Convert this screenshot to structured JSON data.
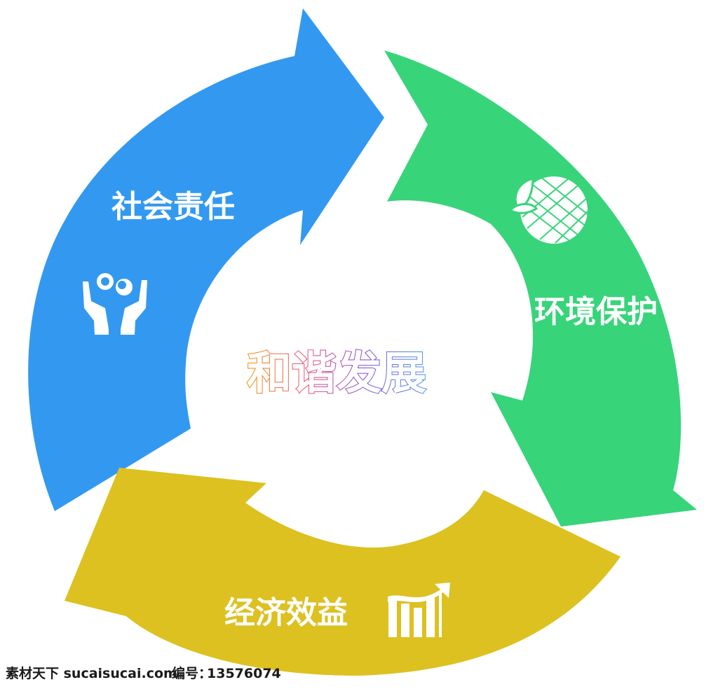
{
  "center": {
    "title": "和谐发展"
  },
  "segments": [
    {
      "id": "social",
      "label": "社会责任",
      "color": "#3399f0",
      "icon": "hands-holding-balls-icon"
    },
    {
      "id": "environment",
      "label": "环境保护",
      "color": "#38d47a",
      "icon": "globe-leaf-icon"
    },
    {
      "id": "economy",
      "label": "经济效益",
      "color": "#dcc121",
      "icon": "growth-chart-icon"
    }
  ],
  "colors": {
    "title_gradient": [
      "#f39b1b",
      "#e85b8b",
      "#8a5cd6",
      "#5aa0e8"
    ],
    "icon": "#ffffff"
  },
  "watermark": {
    "site": "素材天下 sucaisucai.com",
    "id_label": "编号：",
    "id_value": "13576074"
  }
}
